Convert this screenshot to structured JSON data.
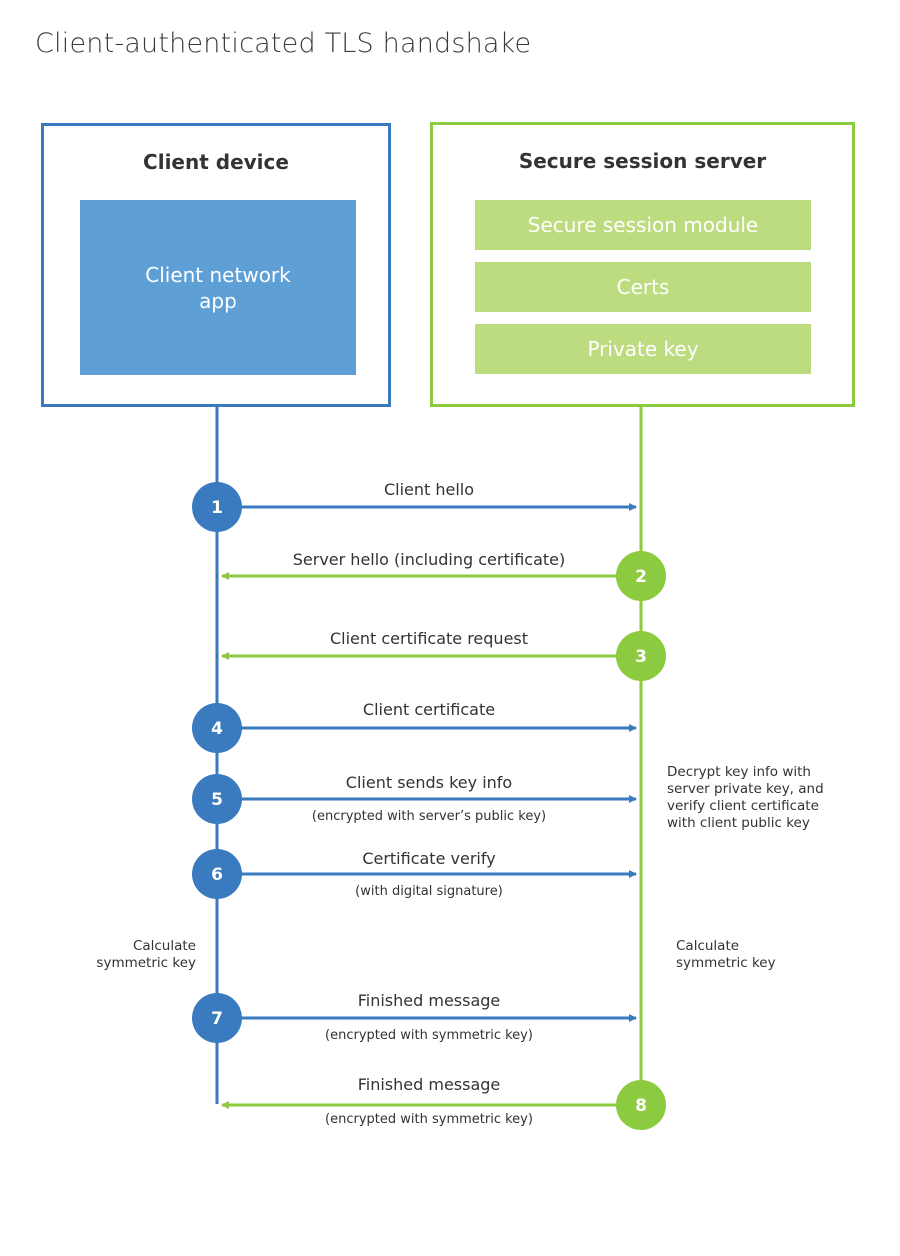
{
  "title": "Client-authenticated TLS handshake",
  "colors": {
    "client": "#3a7abf",
    "server": "#8ccb3f",
    "app_block": "#5e9fd6",
    "module_block": "#bddb7f"
  },
  "client": {
    "heading": "Client device",
    "app": "Client network app"
  },
  "server": {
    "heading": "Secure session server",
    "modules": [
      "Secure session module",
      "Certs",
      "Private key"
    ]
  },
  "steps": [
    {
      "number": "1",
      "side": "client",
      "label": "Client hello",
      "sublabel": ""
    },
    {
      "number": "2",
      "side": "server",
      "label": "Server hello (including certificate)",
      "sublabel": ""
    },
    {
      "number": "3",
      "side": "server",
      "label": "Client certificate request",
      "sublabel": ""
    },
    {
      "number": "4",
      "side": "client",
      "label": "Client certificate",
      "sublabel": ""
    },
    {
      "number": "5",
      "side": "client",
      "label": "Client sends key info",
      "sublabel": "(encrypted with server’s public key)"
    },
    {
      "number": "6",
      "side": "client",
      "label": "Certificate verify",
      "sublabel": "(with digital signature)"
    },
    {
      "number": "7",
      "side": "client",
      "label": "Finished message",
      "sublabel": "(encrypted with symmetric key)"
    },
    {
      "number": "8",
      "side": "server",
      "label": "Finished message",
      "sublabel": "(encrypted with symmetric key)"
    }
  ],
  "notes": {
    "server_decrypt": "Decrypt key info with server private key, and verify client certificate with client public key",
    "client_calc": "Calculate symmetric key",
    "server_calc": "Calculate symmetric key"
  }
}
